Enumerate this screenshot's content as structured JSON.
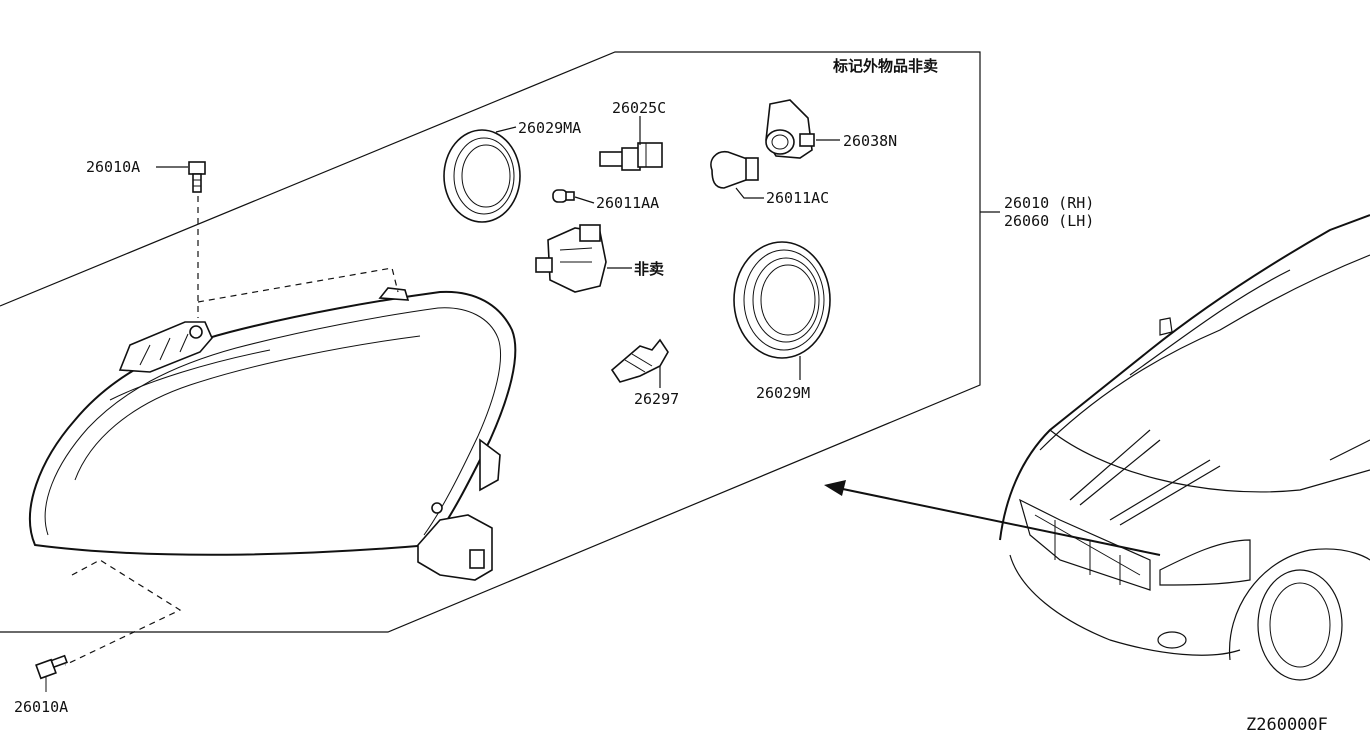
{
  "labels": {
    "not_sold_marked": "标记外物品非卖",
    "not_sold": "非卖",
    "p_26029MA": "26029MA",
    "p_26025C": "26025C",
    "p_26038N": "26038N",
    "p_26011AA": "26011AA",
    "p_26011AC": "26011AC",
    "p_26010_rh": "26010 (RH)",
    "p_26060_lh": "26060 (LH)",
    "p_26297": "26297",
    "p_26029M": "26029M",
    "p_26010A_top": "26010A",
    "p_26010A_bottom": "26010A",
    "diagram_code": "Z260000F"
  }
}
